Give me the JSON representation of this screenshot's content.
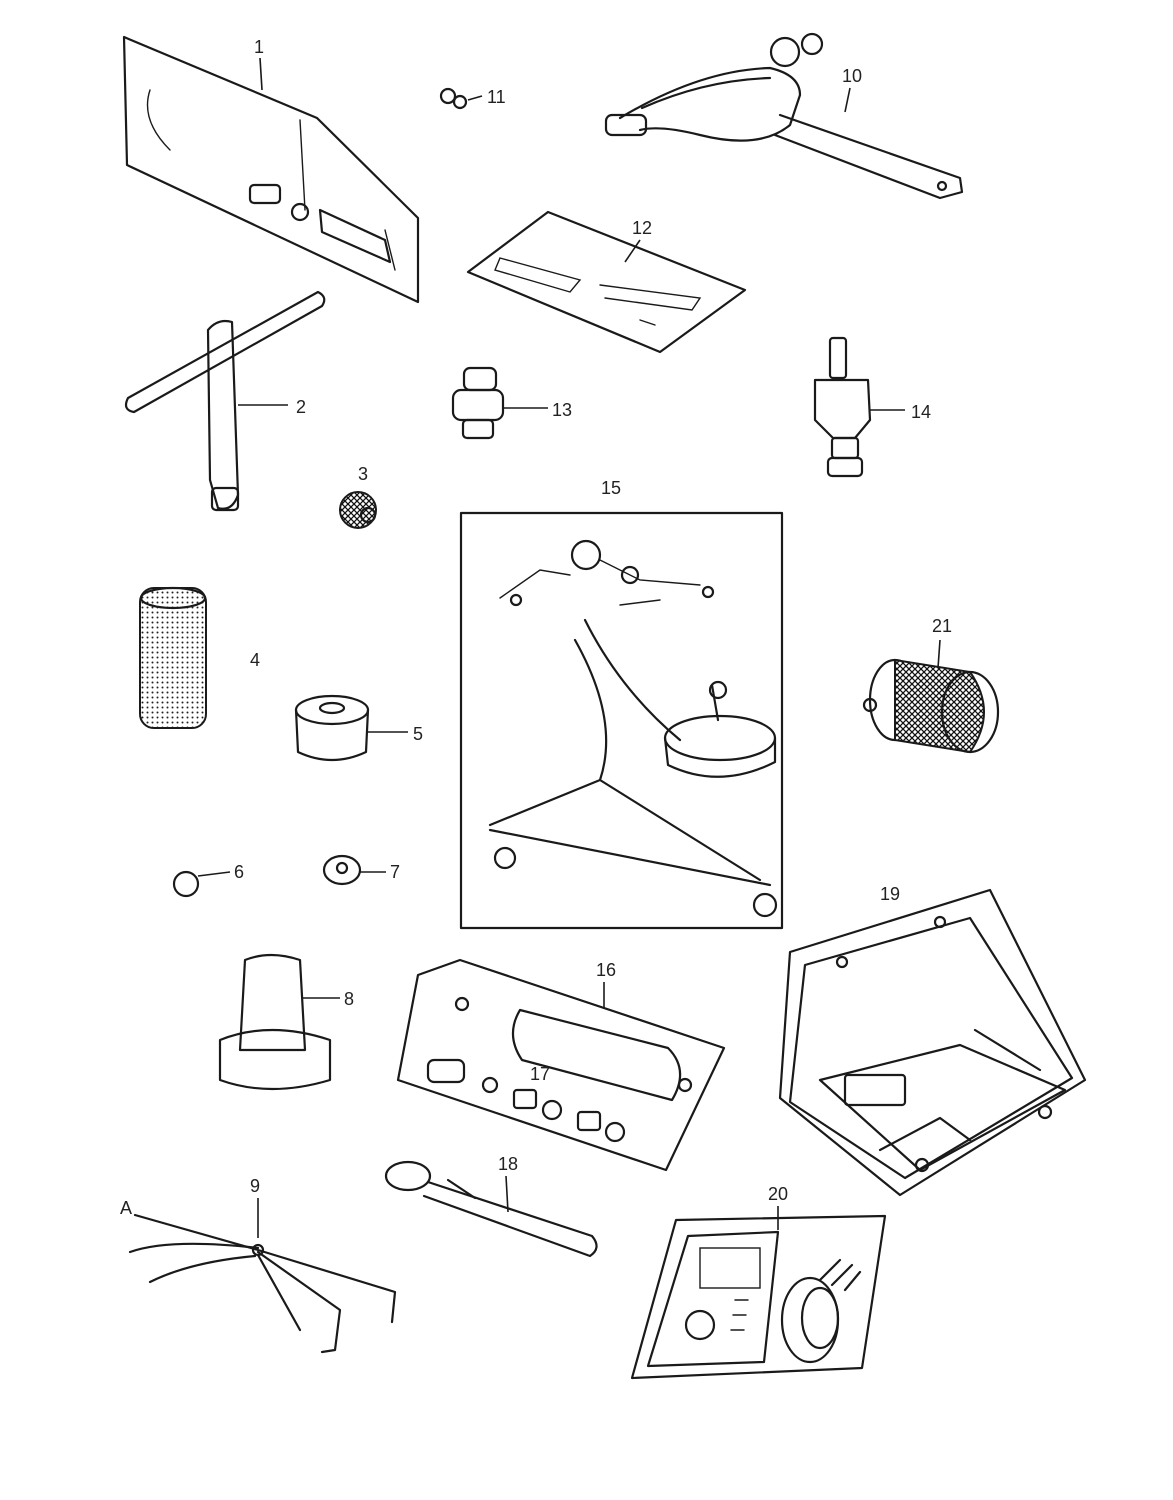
{
  "callouts": [
    "1",
    "2",
    "3",
    "4",
    "5",
    "6",
    "7",
    "8",
    "9",
    "10",
    "11",
    "12",
    "13",
    "14",
    "15",
    "16",
    "17",
    "18",
    "19",
    "20",
    "21"
  ],
  "callout_prefixes": {
    "A": "A"
  }
}
